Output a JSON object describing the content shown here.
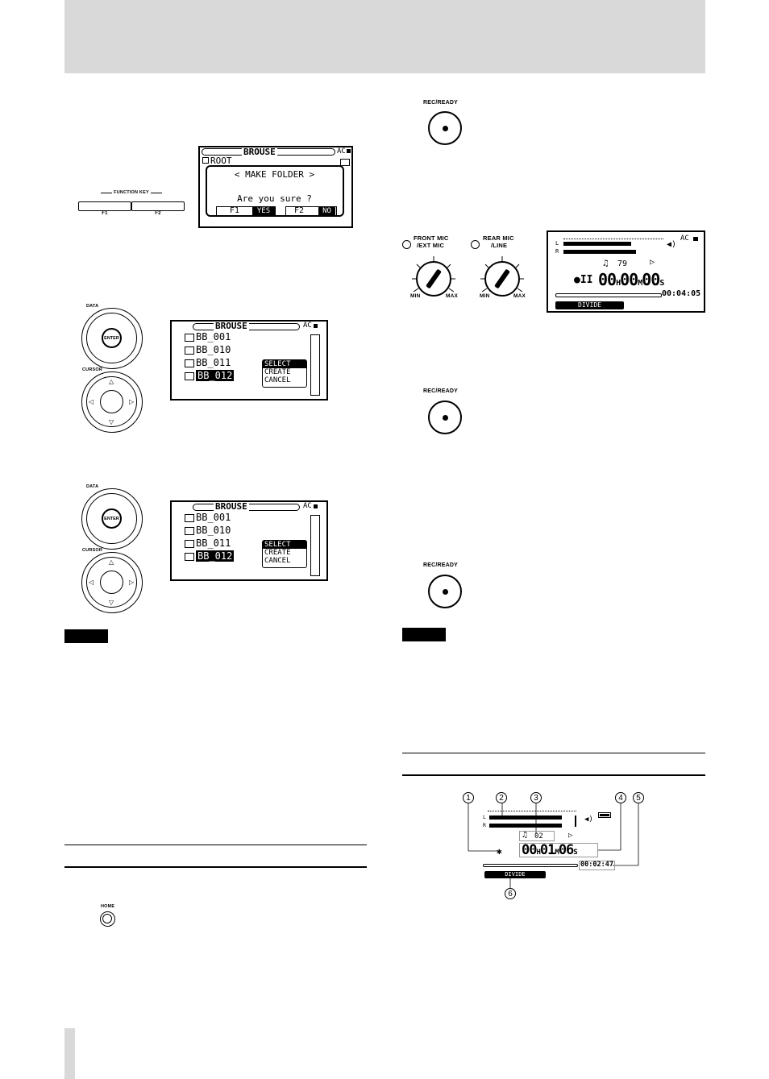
{
  "function_key": {
    "title": "FUNCTION KEY",
    "f1": "F1",
    "f2": "F2"
  },
  "make_folder_lcd": {
    "title": "BROUSE",
    "power": "AC",
    "path": "ROOT",
    "dialog_title": "< MAKE FOLDER >",
    "question": "Are you sure ?",
    "f1_key": "F1",
    "yes": "YES",
    "f2_key": "F2",
    "no": "NO"
  },
  "data_wheel": {
    "label": "DATA",
    "enter": "ENTER"
  },
  "cursor_pad": {
    "label": "CURSOR"
  },
  "browse_lcd": {
    "title": "BROUSE",
    "power": "AC",
    "folders": [
      "BB_001",
      "BB_010",
      "BB_011",
      "BB_012"
    ],
    "menu": [
      "SELECT",
      "CREATE",
      "CANCEL"
    ]
  },
  "home_button": {
    "label": "HOME"
  },
  "rec_ready": {
    "label": "REC/READY"
  },
  "mic_controls": {
    "front_label_1": "FRONT MIC",
    "front_label_2": "/EXT MIC",
    "rear_label_1": "REAR MIC",
    "rear_label_2": "/LINE",
    "min": "MIN",
    "max": "MAX"
  },
  "rec_lcd": {
    "power": "AC",
    "ch_l": "L",
    "ch_r": "R",
    "track": "79",
    "time_h": "00",
    "time_m": "00",
    "time_s": "00",
    "unit_h": "H",
    "unit_m": "M",
    "unit_s": "S",
    "remain": "00:04:05",
    "divide": "DIVIDE"
  },
  "annotated_lcd": {
    "callouts": [
      "1",
      "2",
      "3",
      "4",
      "5",
      "6"
    ],
    "ch_l": "L",
    "ch_r": "R",
    "track": "02",
    "time_h": "00",
    "time_m": "01",
    "time_s": "06",
    "unit_h": "H",
    "unit_m": "M",
    "unit_s": "S",
    "remain": "00:02:47",
    "divide": "DIVIDE"
  }
}
